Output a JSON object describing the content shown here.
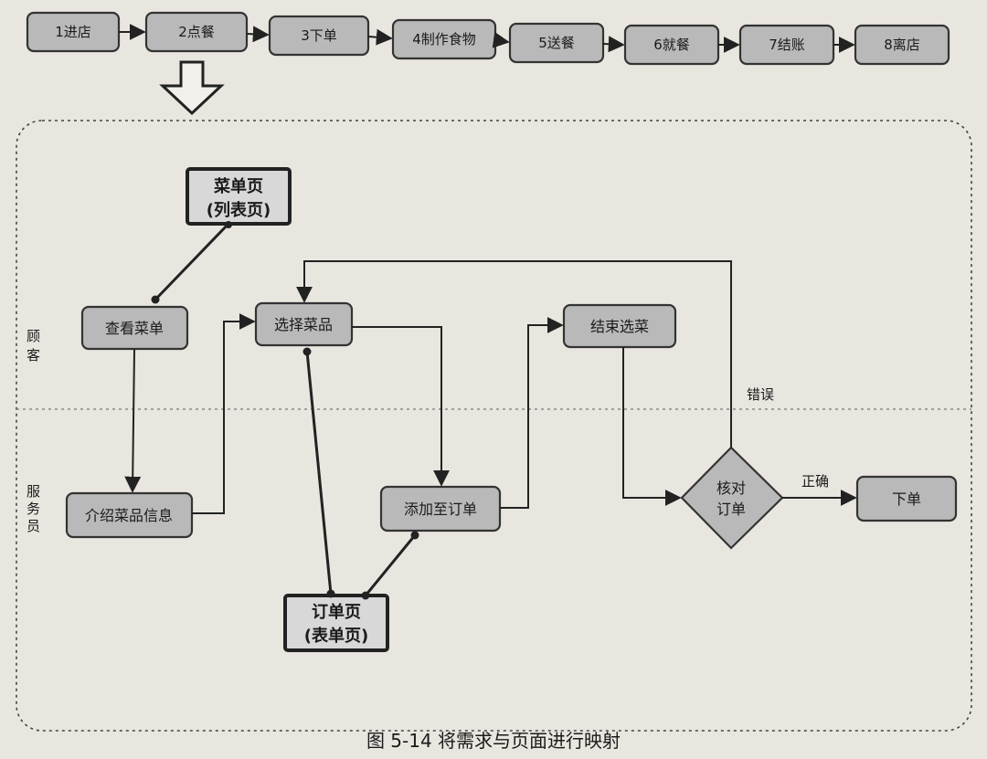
{
  "steps": [
    "1进店",
    "2点餐",
    "3下单",
    "4制作食物",
    "5送餐",
    "6就餐",
    "7结账",
    "8离店"
  ],
  "lanes": {
    "customer": "顾客",
    "waiter": "服务员"
  },
  "pages": {
    "menu": {
      "line1": "菜单页",
      "line2": "(列表页)"
    },
    "order": {
      "line1": "订单页",
      "line2": "(表单页)"
    }
  },
  "nodes": {
    "view_menu": "查看菜单",
    "select_dish": "选择菜品",
    "finish_selection": "结束选菜",
    "introduce_dish": "介绍菜品信息",
    "add_to_order": "添加至订单",
    "check_order_line1": "核对",
    "check_order_line2": "订单",
    "place_order": "下单"
  },
  "edge_labels": {
    "error": "错误",
    "correct": "正确"
  },
  "caption": "图 5-14 将需求与页面进行映射"
}
